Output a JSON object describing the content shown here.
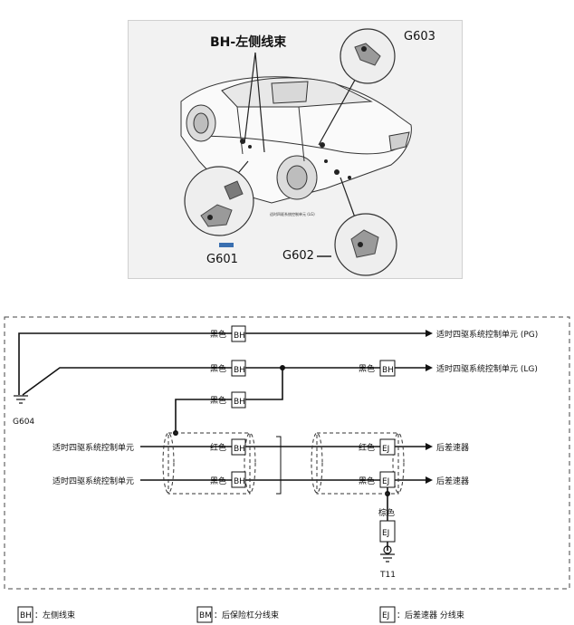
{
  "photo": {
    "harness_label": "BH-左侧线束",
    "ground_g603": "G603",
    "ground_g601": "G601",
    "ground_g602": "G602",
    "small_caption": "适时四驱系统控制单元 (LG)"
  },
  "schematic": {
    "ground_g604": "G604",
    "ground_t11": "T11",
    "wires": [
      {
        "color": "黑色",
        "connector": "BH",
        "dest": "适时四驱系统控制单元 (PG)"
      },
      {
        "color": "黑色",
        "connector": "BH"
      },
      {
        "color": "黑色",
        "connector": "BH",
        "dest": "适时四驱系统控制单元 (LG)"
      },
      {
        "color": "黑色",
        "connector": "BH"
      }
    ],
    "shielded": [
      {
        "source": "适时四驱系统控制单元",
        "color_left": "红色",
        "conn_left": "BH",
        "color_right": "红色",
        "conn_right": "EJ",
        "dest": "后差速器"
      },
      {
        "source": "适时四驱系统控制单元",
        "color_left": "黑色",
        "conn_left": "BH",
        "color_right": "黑色",
        "conn_right": "EJ",
        "dest": "后差速器"
      }
    ],
    "ground_wire": {
      "color": "棕色",
      "connector": "EJ"
    }
  },
  "legend": [
    {
      "code": "BH",
      "text": "：左侧线束"
    },
    {
      "code": "BM",
      "text": "：后保险杠分线束"
    },
    {
      "code": "EJ",
      "text": "：后差速器 分线束"
    }
  ]
}
